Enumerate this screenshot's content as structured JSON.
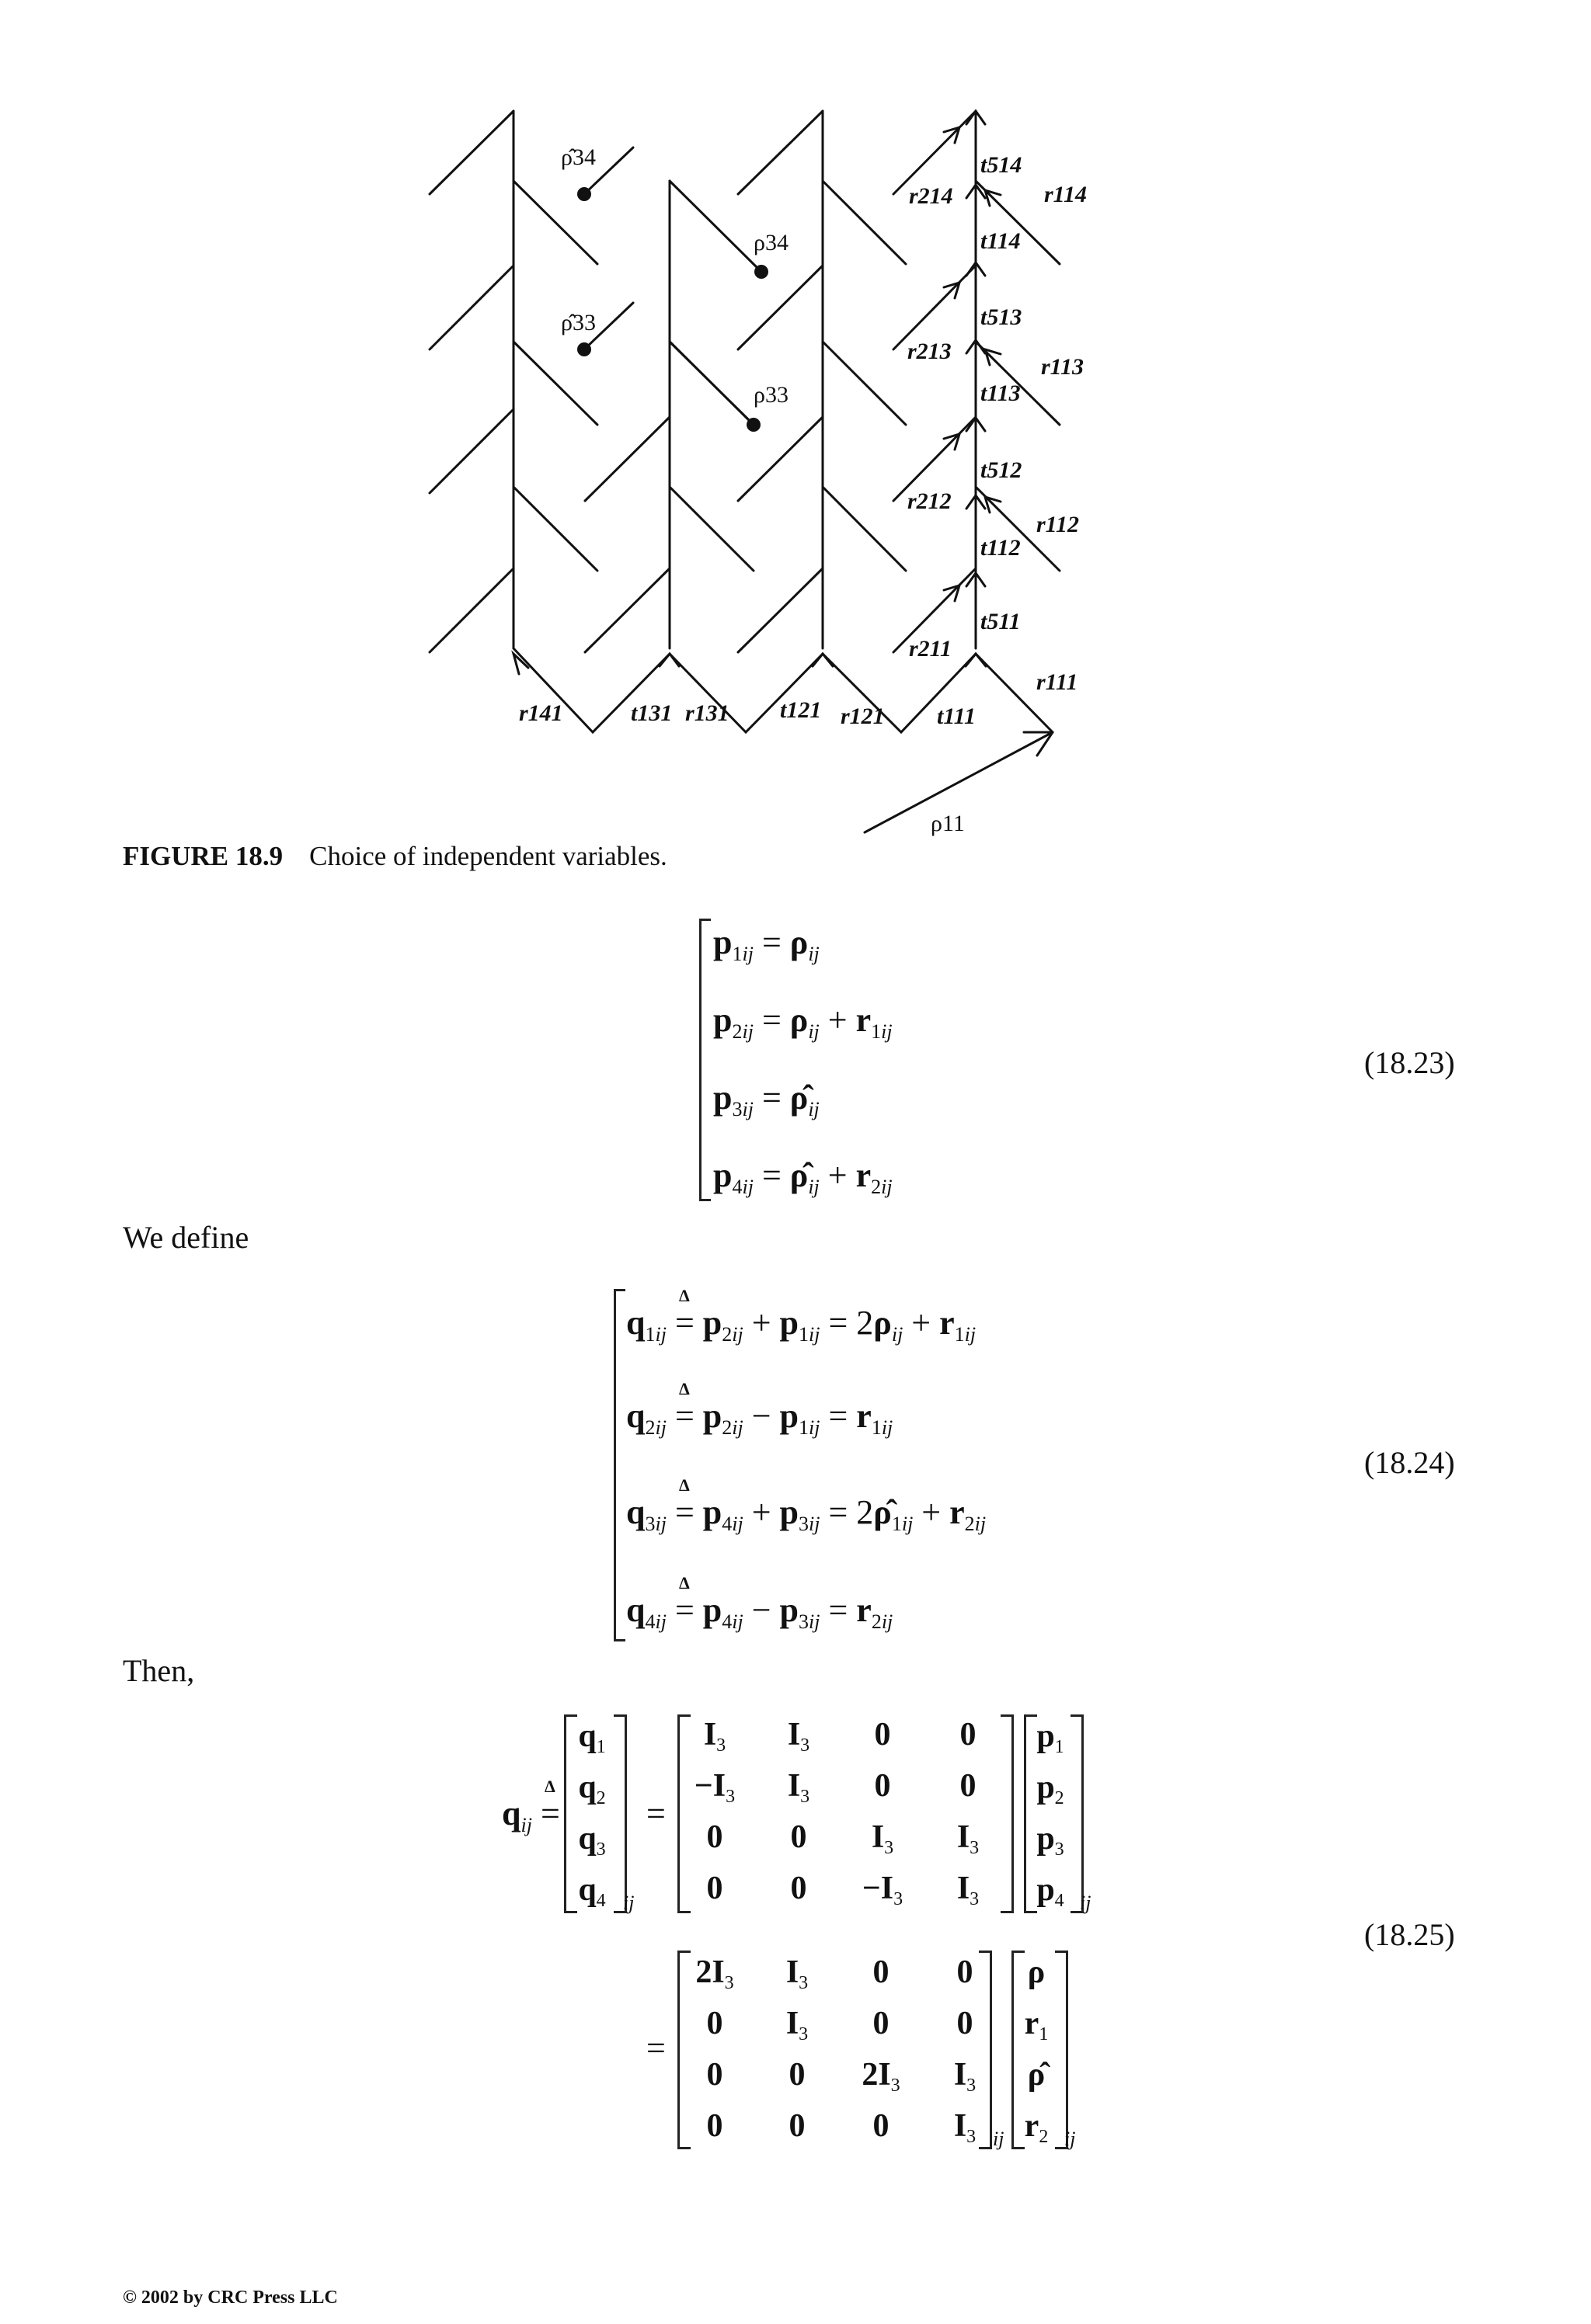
{
  "figure": {
    "caption_label": "FIGURE 18.9",
    "caption_text": "Choice of independent variables.",
    "labels": {
      "rho_hat_34": "ρ̂34",
      "rho_34": "ρ34",
      "rho_hat_33": "ρ̂33",
      "rho_33": "ρ33",
      "t514": "t514",
      "r114": "r114",
      "r214": "r214",
      "t114": "t114",
      "t513": "t513",
      "r213": "r213",
      "r113": "r113",
      "t113": "t113",
      "t512": "t512",
      "r212": "r212",
      "r112": "r112",
      "t112": "t112",
      "t511": "t511",
      "r211": "r211",
      "r111": "r111",
      "r141": "r141",
      "t131": "t131",
      "r131": "r131",
      "t121": "t121",
      "r121": "r121",
      "t111": "t111",
      "rho11": "ρ11"
    }
  },
  "text": {
    "we_define": "We define",
    "then": "Then,",
    "footer": "© 2002 by CRC Press LLC"
  },
  "equations": {
    "eq23_number": "(18.23)",
    "eq24_number": "(18.24)",
    "eq25_number": "(18.25)"
  }
}
